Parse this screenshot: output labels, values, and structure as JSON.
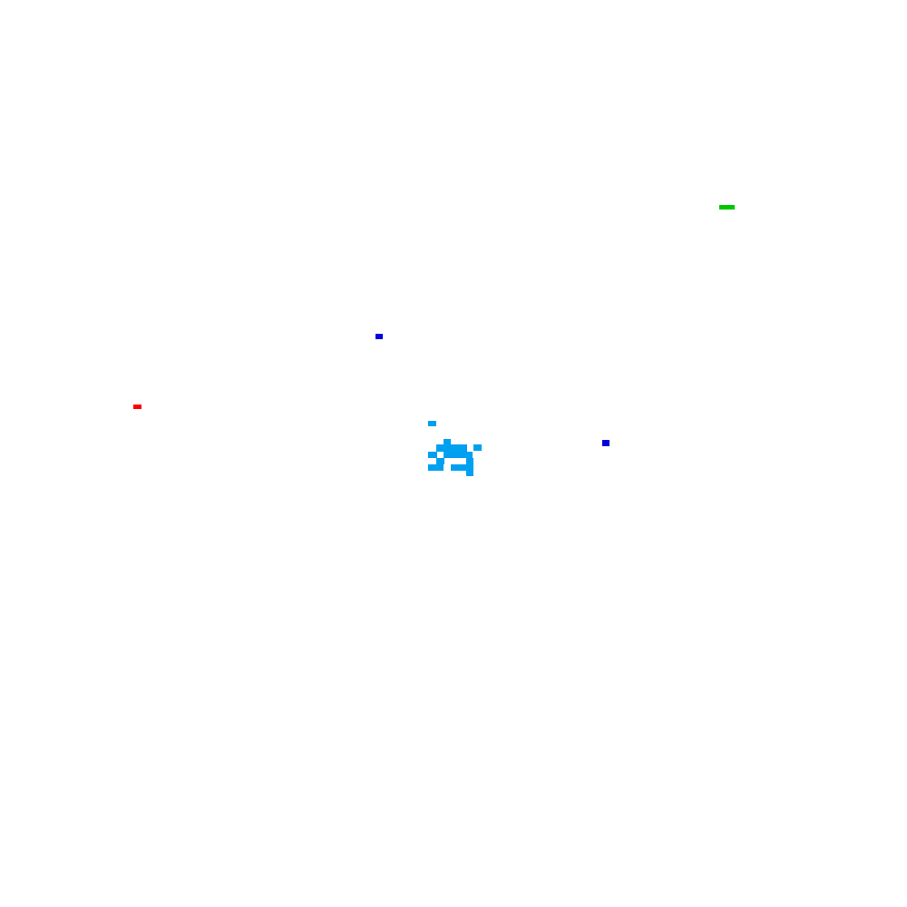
{
  "scene": {
    "background_color": "#ffffff"
  },
  "palette": {
    "player": "#00a0f0",
    "enemy_red": "#ff0000",
    "enemy_blue": "#0000e0",
    "goal_green": "#00c800"
  },
  "entities": [
    {
      "name": "player-sprite",
      "kind": "player",
      "color_key": "player",
      "interactable": true
    },
    {
      "name": "red-marker",
      "kind": "enemy",
      "color_key": "enemy_red",
      "interactable": false
    },
    {
      "name": "blue-marker-upper",
      "kind": "enemy",
      "color_key": "enemy_blue",
      "interactable": false
    },
    {
      "name": "blue-marker-right",
      "kind": "enemy",
      "color_key": "enemy_blue",
      "interactable": false
    },
    {
      "name": "green-goal-marker",
      "kind": "goal",
      "color_key": "goal_green",
      "interactable": false
    }
  ]
}
